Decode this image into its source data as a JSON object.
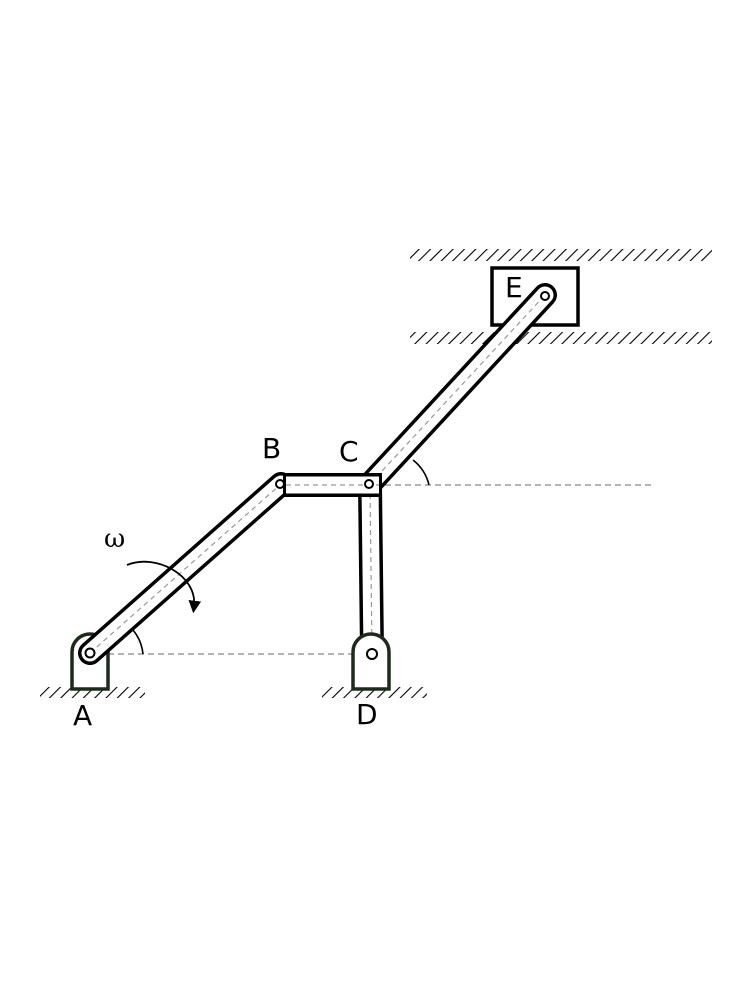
{
  "labels": {
    "A": "A",
    "B": "B",
    "C": "C",
    "D": "D",
    "E": "E",
    "omega": "ω"
  },
  "colors": {
    "stroke": "#000000",
    "support_stroke": "#1c2b1c",
    "reference_line": "#888888",
    "background": "#ffffff"
  }
}
